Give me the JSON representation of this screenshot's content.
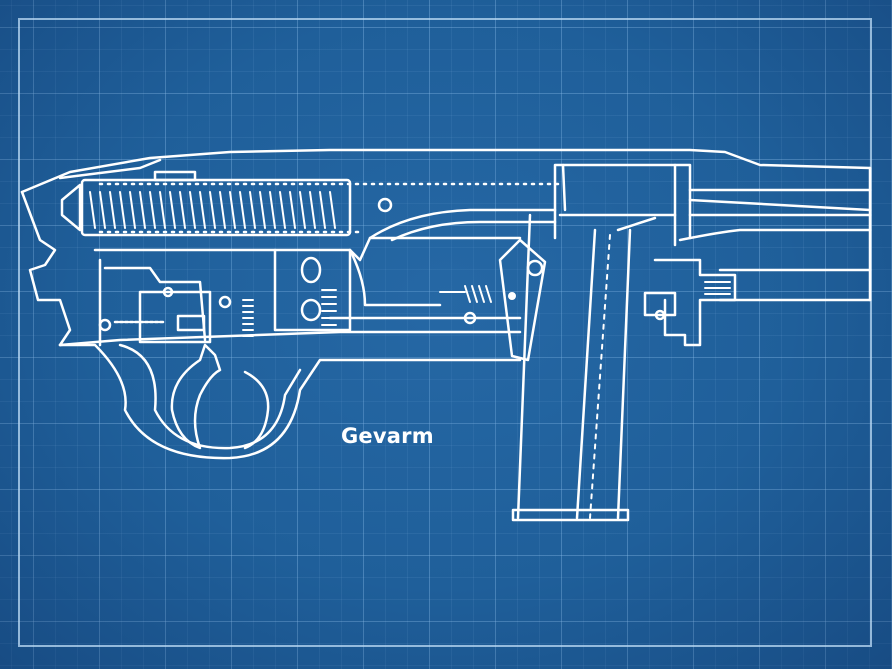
{
  "diagram": {
    "title": "Gevarm",
    "subject": "firearm mechanism cutaway blueprint",
    "colors": {
      "background": "#1f5f9a",
      "grid": "#8cbeeb",
      "linework": "#ffffff",
      "frame": "#bedcf5"
    },
    "components": [
      "receiver",
      "recoil-spring",
      "bolt",
      "trigger",
      "trigger-guard",
      "hammer-spring",
      "sear",
      "magazine",
      "barrel",
      "magazine-catch"
    ]
  }
}
